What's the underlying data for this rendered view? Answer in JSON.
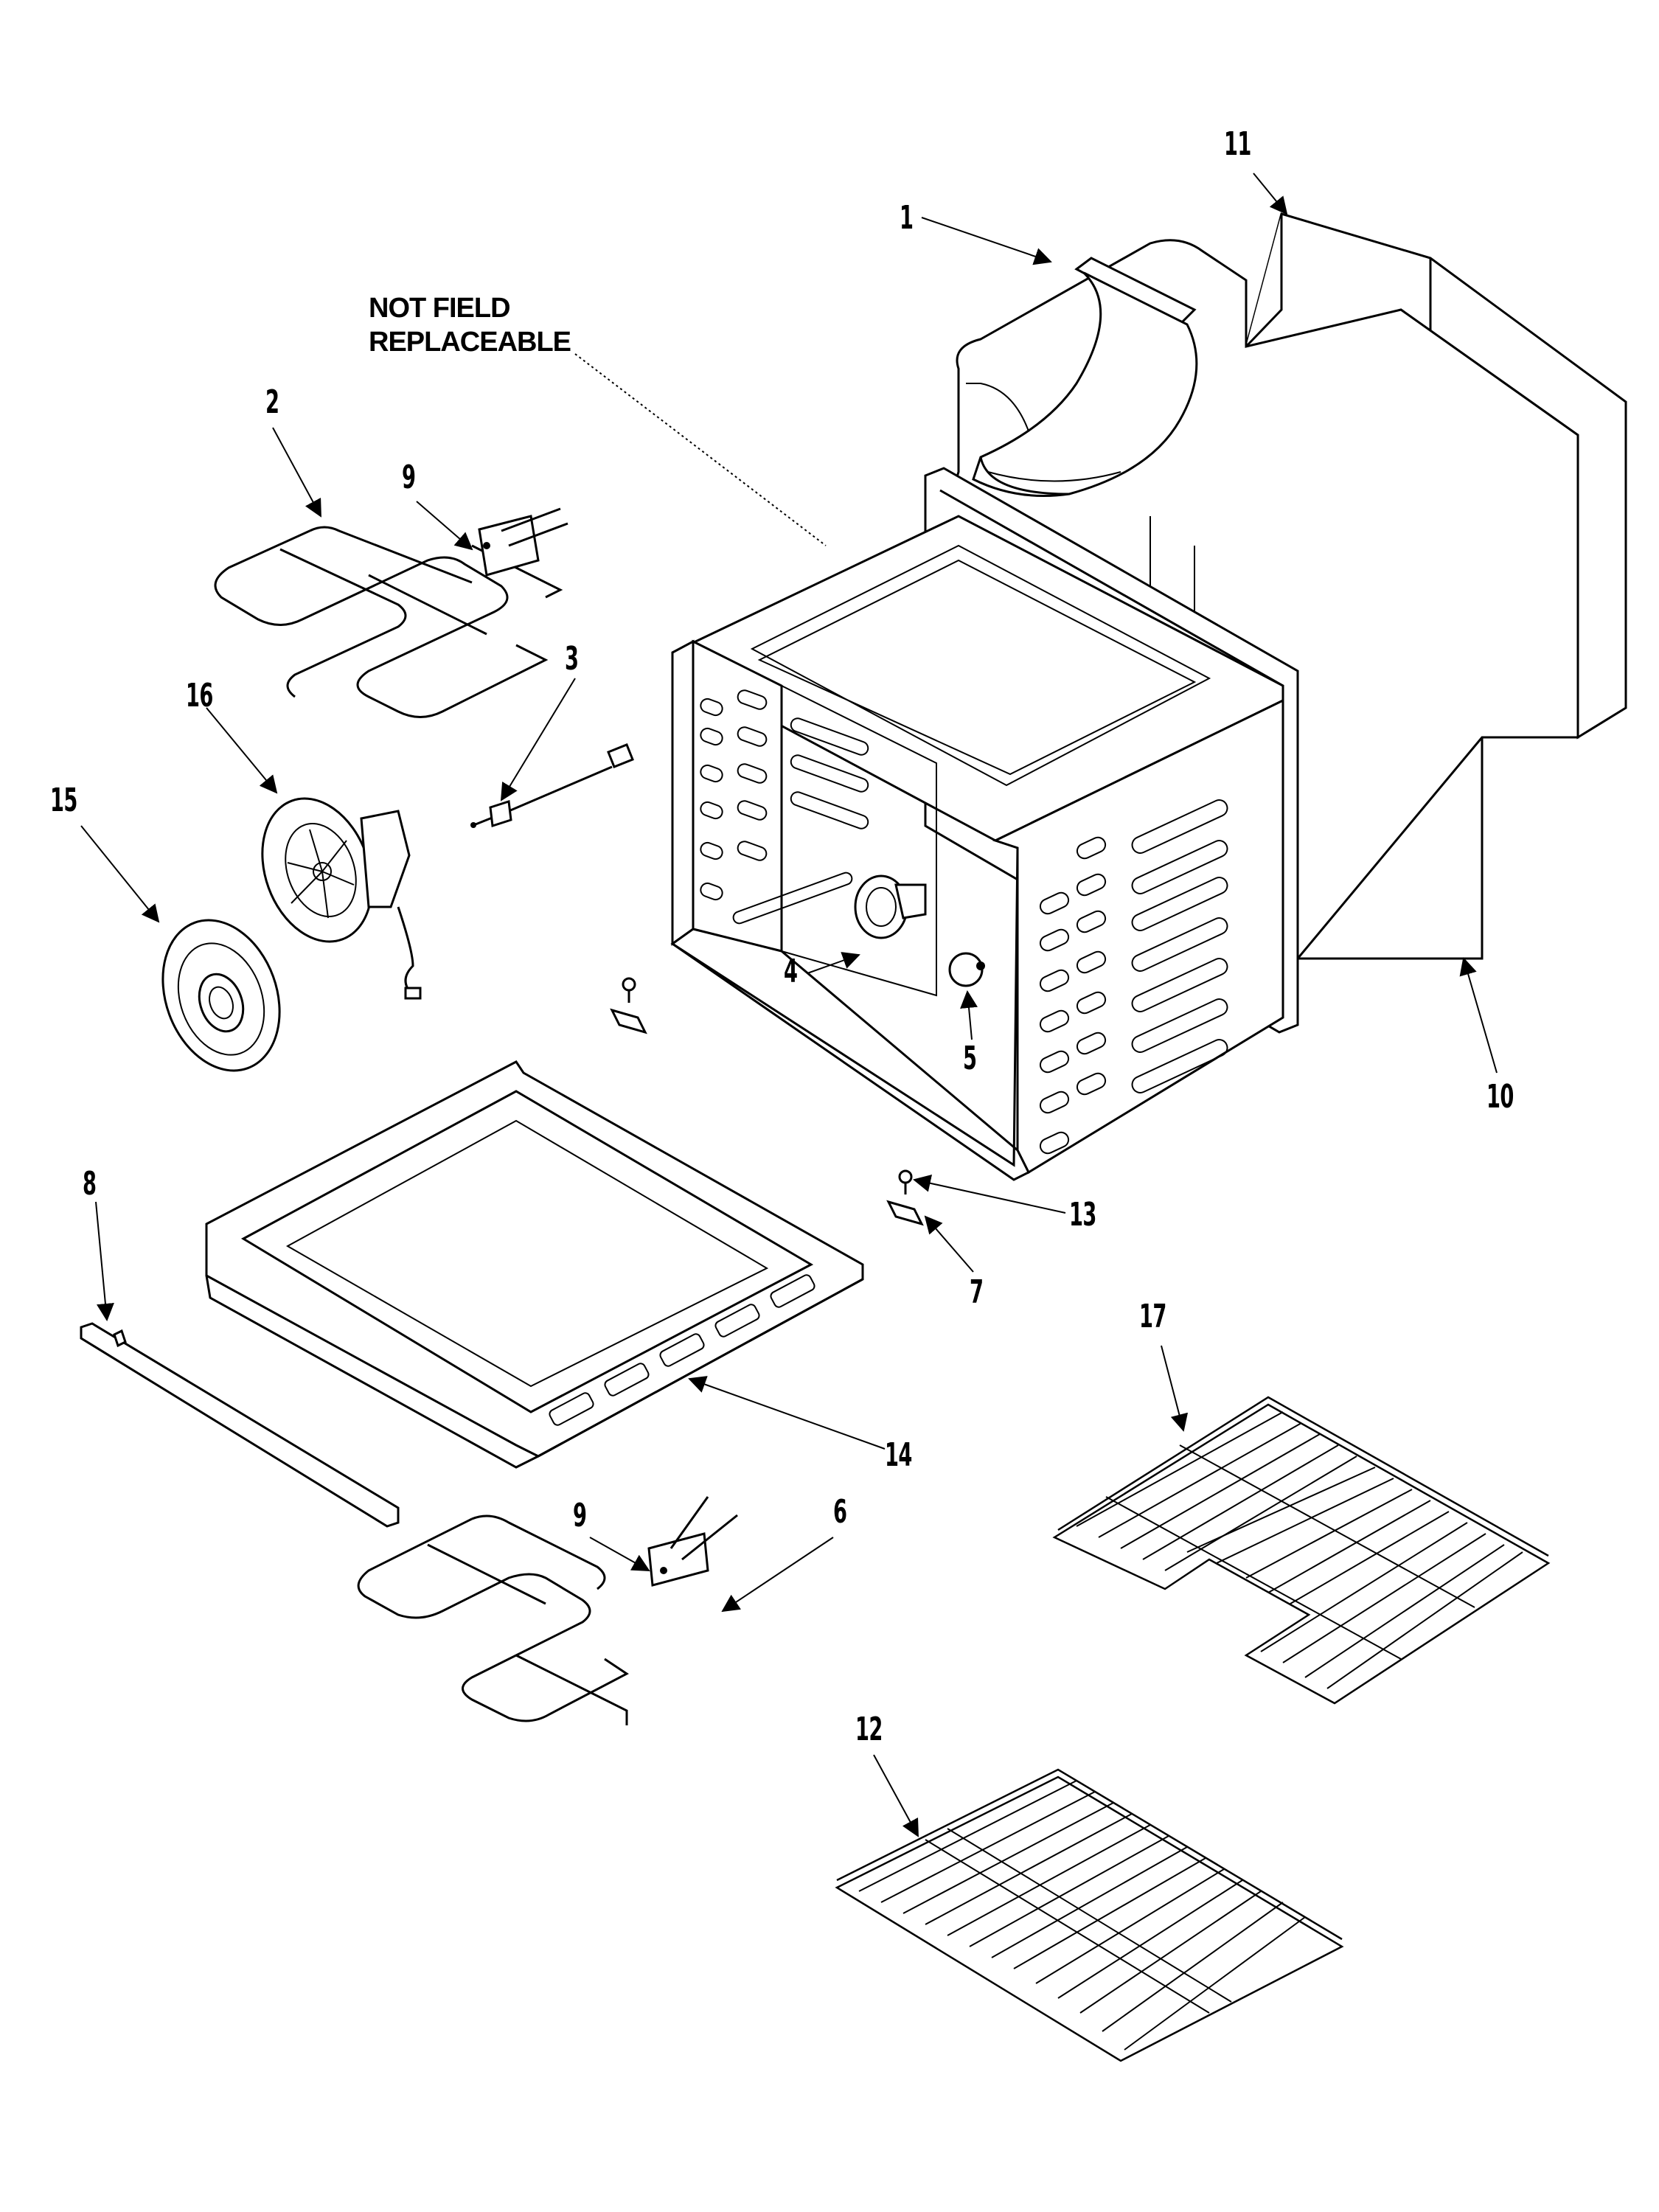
{
  "note": {
    "line1": "NOT FIELD",
    "line2": "REPLACEABLE"
  },
  "callouts": {
    "c1": "1",
    "c2": "2",
    "c3": "3",
    "c4": "4",
    "c5": "5",
    "c6": "6",
    "c7": "7",
    "c8": "8",
    "c9a": "9",
    "c9b": "9",
    "c10": "10",
    "c11": "11",
    "c12": "12",
    "c13": "13",
    "c14": "14",
    "c15": "15",
    "c16": "16",
    "c17": "17"
  }
}
